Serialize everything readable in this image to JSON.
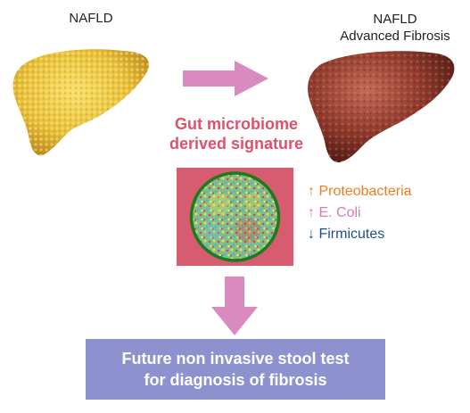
{
  "left_label": "NAFLD",
  "right_label_line1": "NAFLD",
  "right_label_line2": "Advanced Fibrosis",
  "signature_line1": "Gut microbiome",
  "signature_line2": "derived signature",
  "bacteria": [
    {
      "arrow": "↑",
      "name": "Proteobacteria",
      "color": "#ee7d1e"
    },
    {
      "arrow": "↑",
      "name": "E. Coli",
      "color": "#d97ab5"
    },
    {
      "arrow": "↓",
      "name": "Firmicutes",
      "color": "#1f4e8c"
    }
  ],
  "bottom_line1": "Future non invasive stool test",
  "bottom_line2": "for diagnosis of fibrosis",
  "colors": {
    "arrow": "#d98bbf",
    "signature": "#e0506a",
    "petri_background": "#d85c6f",
    "petri_rim": "#1d7a1d",
    "bottom_box": "#8d92cf"
  }
}
